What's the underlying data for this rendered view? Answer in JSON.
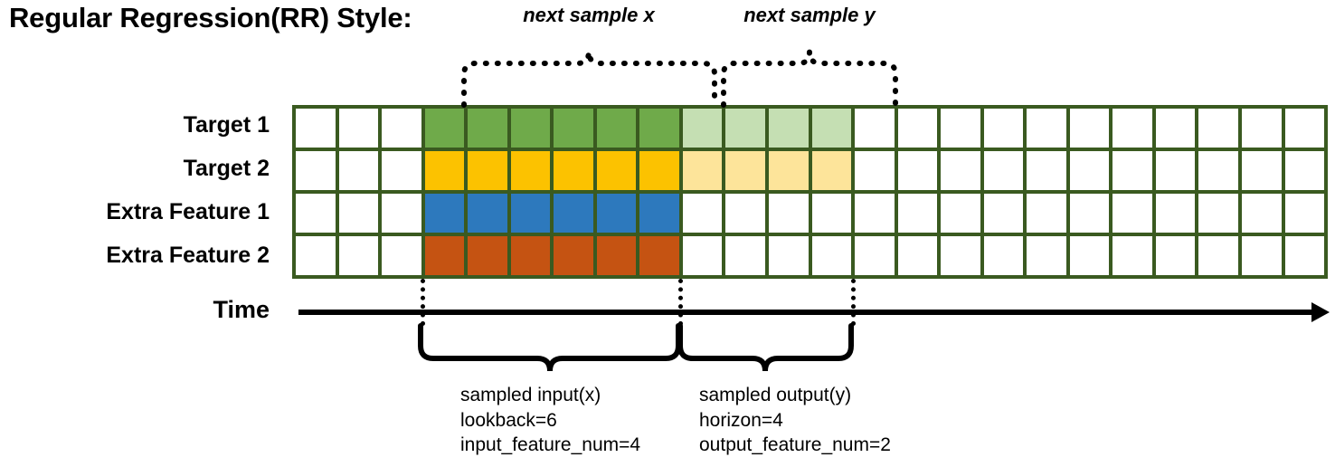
{
  "title": "Regular Regression(RR) Style:",
  "rows": [
    {
      "label": "Target 1",
      "color": "#6faa4a",
      "light": "#c5dfb3",
      "has_light": true
    },
    {
      "label": "Target 2",
      "color": "#fcc200",
      "light": "#fde49a",
      "has_light": true
    },
    {
      "label": "Extra Feature 1",
      "color": "#2d79bd",
      "light": "#ffffff",
      "has_light": false
    },
    {
      "label": "Extra Feature 2",
      "color": "#c55312",
      "light": "#ffffff",
      "has_light": false
    }
  ],
  "grid": {
    "total_columns": 24,
    "lead_blank_columns": 3,
    "input_columns": 6,
    "output_columns": 4,
    "trail_blank_columns": 11,
    "border_color": "#3a5a20"
  },
  "axis": {
    "label": "Time",
    "arrow": "right-arrow-icon"
  },
  "top_annotations": [
    {
      "text": "next sample x"
    },
    {
      "text": "next sample y"
    }
  ],
  "bottom_annotations": [
    {
      "line1": "sampled input(x)",
      "line2": "lookback=6",
      "line3": "input_feature_num=4"
    },
    {
      "line1": "sampled output(y)",
      "line2": "horizon=4",
      "line3": "output_feature_num=2"
    }
  ]
}
